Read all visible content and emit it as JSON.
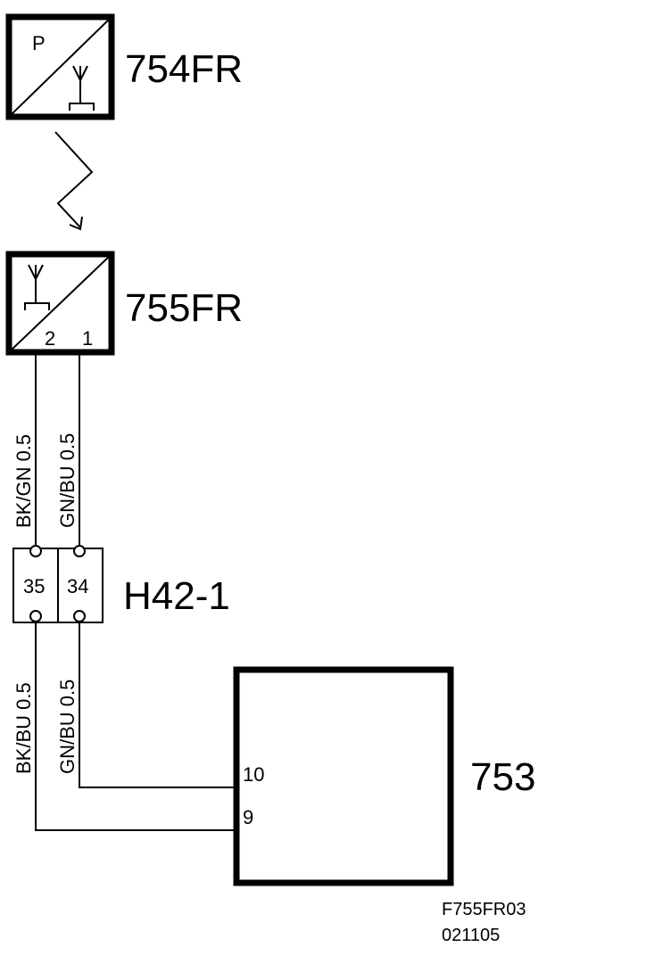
{
  "components": {
    "transmitter": {
      "id": "754FR",
      "letter": "P"
    },
    "receiver": {
      "id": "755FR",
      "pin_a": "2",
      "pin_b": "1"
    },
    "connector": {
      "id": "H42-1",
      "pin_a": "35",
      "pin_b": "34"
    },
    "module": {
      "id": "753",
      "pin_a": "10",
      "pin_b": "9"
    }
  },
  "wires": {
    "upper_left": "BK/GN  0.5",
    "upper_right": "GN/BU  0.5",
    "lower_left": "BK/BU  0.5",
    "lower_right": "GN/BU  0.5"
  },
  "footer": {
    "code": "F755FR03",
    "date": "021105"
  }
}
